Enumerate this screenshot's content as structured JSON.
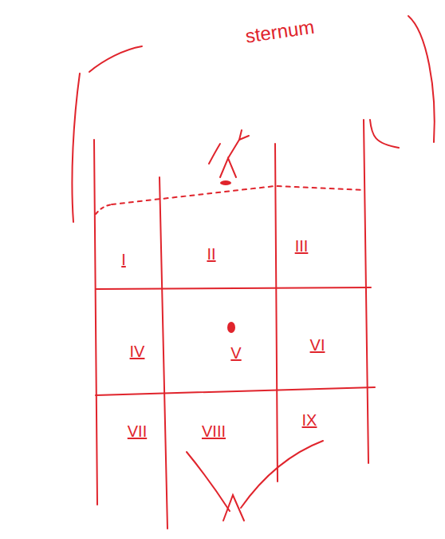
{
  "diagram": {
    "nodes": [
      {
        "text": [
          "I"
        ]
      },
      {
        "text": [
          "II"
        ]
      },
      {
        "text": [
          "III"
        ]
      },
      {
        "text": [
          "IV"
        ]
      },
      {
        "text": [
          "V"
        ]
      },
      {
        "text": [
          "VI"
        ]
      },
      {
        "text": [
          "VII"
        ]
      },
      {
        "text": [
          "VIII"
        ]
      },
      {
        "text": [
          "IX"
        ]
      }
    ],
    "labels": [
      "sternum"
    ]
  }
}
